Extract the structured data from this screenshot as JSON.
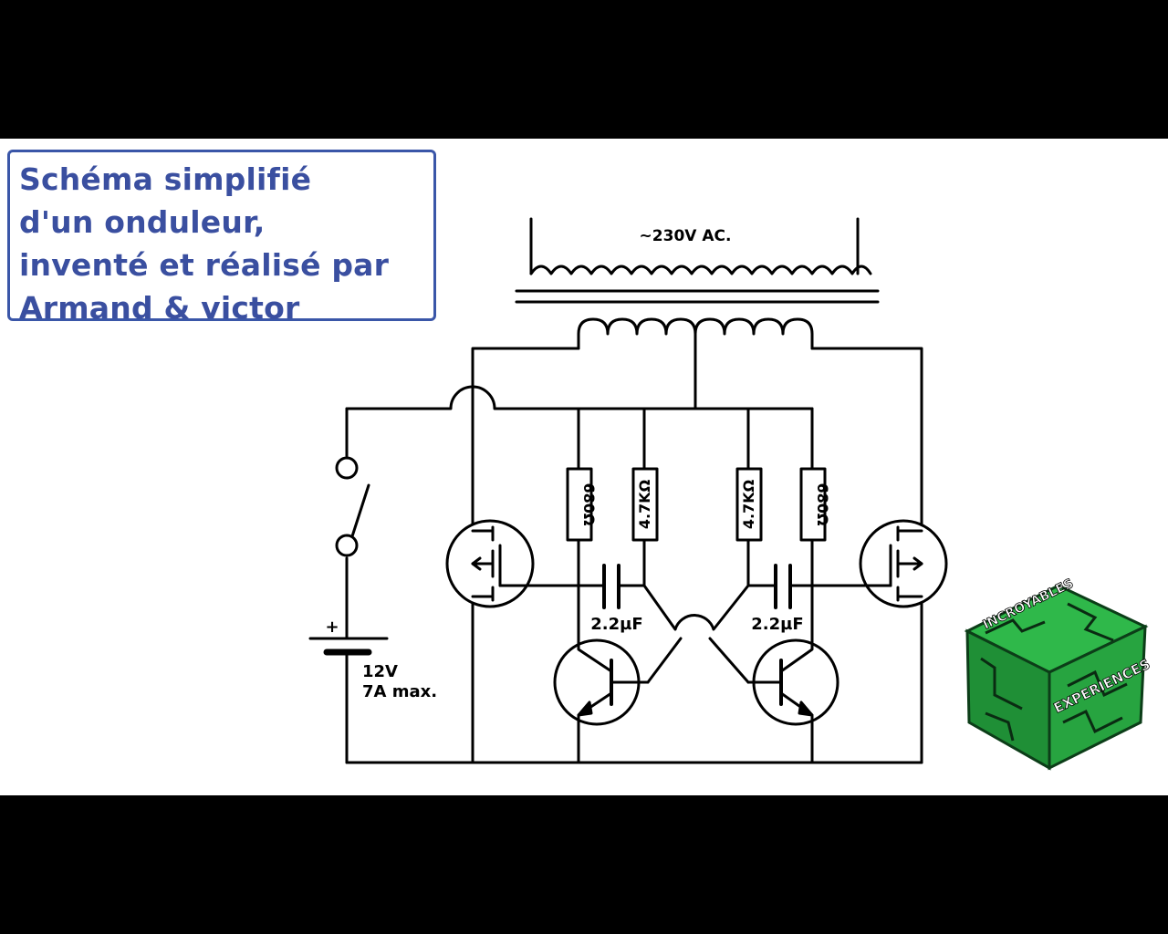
{
  "title": {
    "lines": [
      "Schéma simplifié",
      "d'un onduleur,",
      "inventé et réalisé par",
      "Armand & victor"
    ]
  },
  "labels": {
    "ac_output": "~230V AC.",
    "battery_plus": "+",
    "battery_voltage": "12V",
    "battery_current": "7A max.",
    "r1": "680Ω",
    "r2": "4.7KΩ",
    "r3": "4.7KΩ",
    "r4": "680Ω",
    "c1": "2.2µF",
    "c2": "2.2µF"
  },
  "logo": {
    "text_top": "INCROYABLES",
    "text_side": "EXPERIENCES",
    "color": "#2fb84a"
  }
}
